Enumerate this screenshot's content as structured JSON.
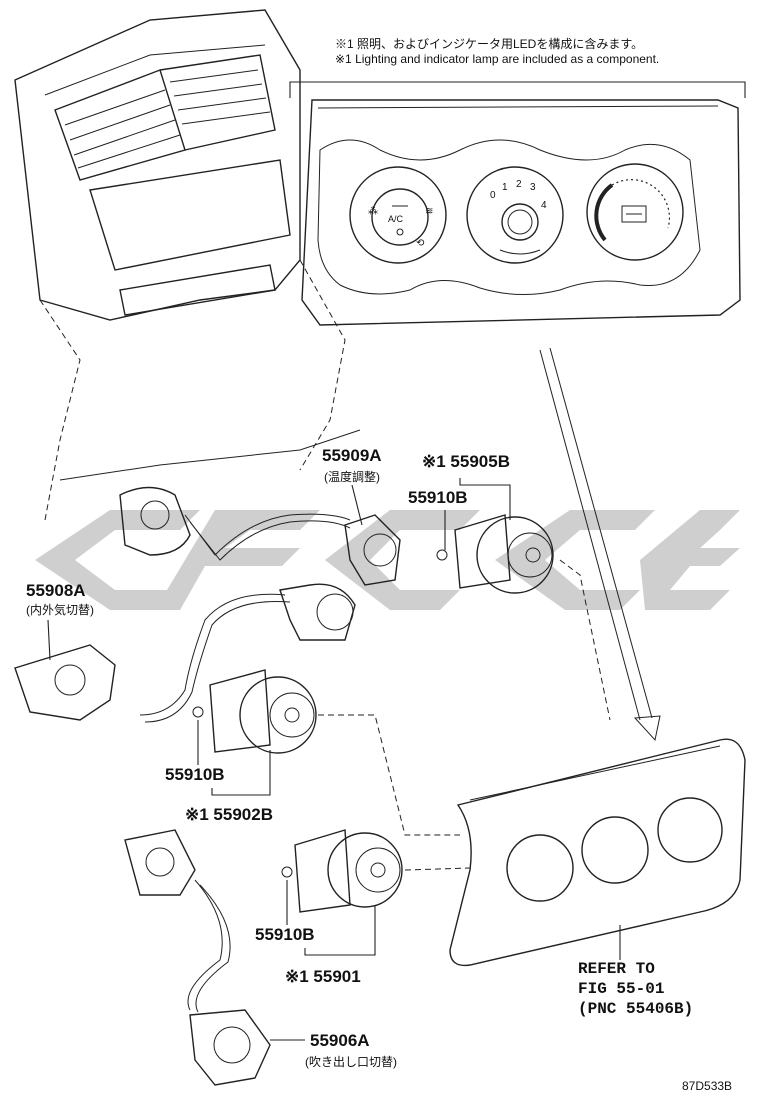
{
  "notes": {
    "jp": "※1 照明、およびインジケータ用LEDを構成に含みます。",
    "en": "※1 Lighting and indicator lamp are included as a component."
  },
  "callouts": [
    {
      "id": "55909A",
      "label": "55909A",
      "sub": "(温度調整)"
    },
    {
      "id": "55905B",
      "label": "※1 55905B"
    },
    {
      "id": "55910B-a",
      "label": "55910B"
    },
    {
      "id": "55908A",
      "label": "55908A",
      "sub": "(内外気切替)"
    },
    {
      "id": "55910B-b",
      "label": "55910B"
    },
    {
      "id": "55902B",
      "label": "※1 55902B"
    },
    {
      "id": "55910B-c",
      "label": "55910B"
    },
    {
      "id": "55901",
      "label": "※1 55901"
    },
    {
      "id": "55906A",
      "label": "55906A",
      "sub": "(吹き出し口切替)"
    }
  ],
  "reference": {
    "line1": "REFER TO",
    "line2": "FIG 55-01",
    "line3": "(PNC 55406B)"
  },
  "panel_dial_labels": {
    "ac": "A/C",
    "fan_speeds": [
      "0",
      "1",
      "2",
      "3",
      "4"
    ]
  },
  "drawing_code": "87D533B",
  "icons": [
    "fan-icon",
    "rear-defrost-icon",
    "recirculation-icon",
    "defrost-icon"
  ],
  "colors": {
    "line": "#222222",
    "watermark": "#cfcfcf",
    "background": "#ffffff"
  }
}
